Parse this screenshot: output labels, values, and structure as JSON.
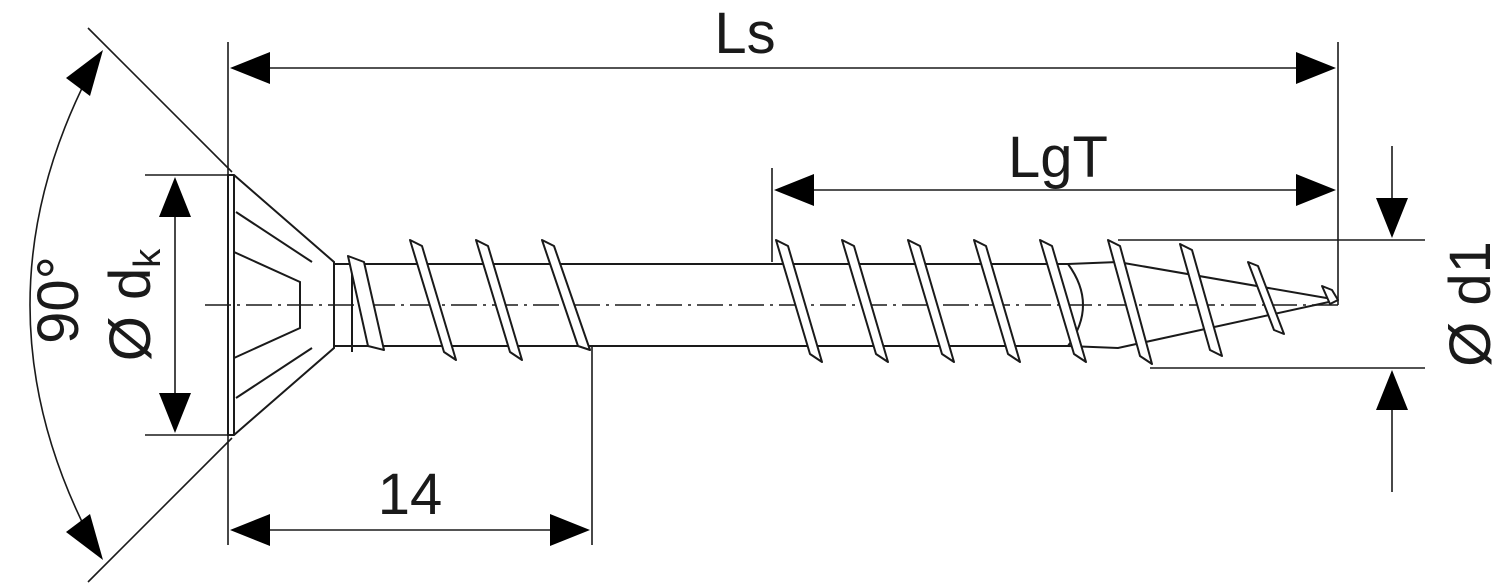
{
  "labels": {
    "overall_length": "Ls",
    "thread_length": "LgT",
    "unthreaded_segment": "14",
    "head_angle": "90°",
    "head_diameter_symbol": "Ø d",
    "head_diameter_subscript": "k",
    "thread_diameter": "Ø d1"
  },
  "colors": {
    "line": "#1a1a1a",
    "background": "#ffffff"
  }
}
